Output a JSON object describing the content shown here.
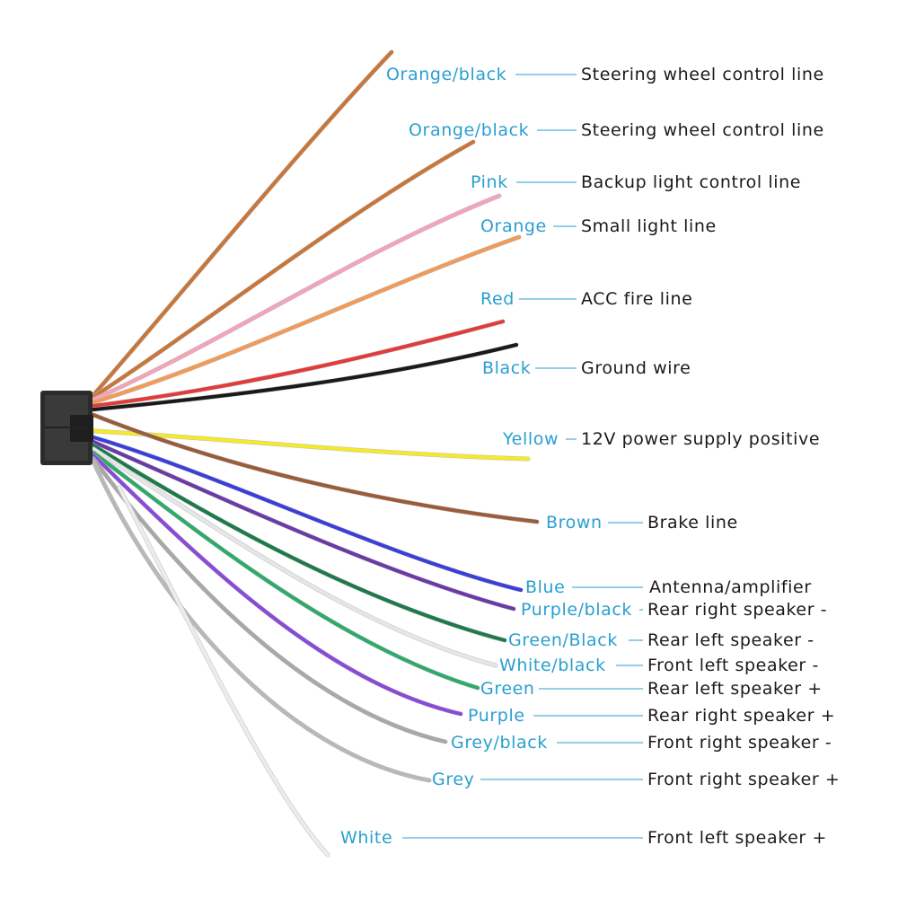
{
  "wires": [
    {
      "id": "orange-black-1",
      "color_name": "Orange/black",
      "function": "Steering wheel control line",
      "hex": "#c8763a"
    },
    {
      "id": "orange-black-2",
      "color_name": "Orange/black",
      "function": "Steering wheel control line",
      "hex": "#c8763a"
    },
    {
      "id": "pink",
      "color_name": "Pink",
      "function": "Backup light control line",
      "hex": "#f2a4b8"
    },
    {
      "id": "orange",
      "color_name": "Orange",
      "function": "Small light line",
      "hex": "#f29a58"
    },
    {
      "id": "red",
      "color_name": "Red",
      "function": "ACC fire line",
      "hex": "#e23b3b"
    },
    {
      "id": "black",
      "color_name": "Black",
      "function": "Ground wire",
      "hex": "#1a1a1a"
    },
    {
      "id": "yellow",
      "color_name": "Yellow",
      "function": "12V power supply positive",
      "hex": "#f4ea2a"
    },
    {
      "id": "brown",
      "color_name": "Brown",
      "function": "Brake line",
      "hex": "#9a5c3a"
    },
    {
      "id": "blue",
      "color_name": "Blue",
      "function": "Antenna/amplifier",
      "hex": "#3b3fd8"
    },
    {
      "id": "purple-black",
      "color_name": "Purple/black",
      "function": "Rear right speaker -",
      "hex": "#6a3aa8"
    },
    {
      "id": "green-black",
      "color_name": "Green/Black",
      "function": "Rear left speaker -",
      "hex": "#1e7a4a"
    },
    {
      "id": "white-black",
      "color_name": "White/black",
      "function": "Front left speaker -",
      "hex": "#e6e6e6"
    },
    {
      "id": "green",
      "color_name": "Green",
      "function": "Rear left speaker +",
      "hex": "#2eaa6a"
    },
    {
      "id": "purple",
      "color_name": "Purple",
      "function": "Rear right speaker +",
      "hex": "#8a4ad8"
    },
    {
      "id": "grey-black",
      "color_name": "Grey/black",
      "function": "Front right speaker -",
      "hex": "#a8a8a8"
    },
    {
      "id": "grey",
      "color_name": "Grey",
      "function": "Front right speaker +",
      "hex": "#b8b8b8"
    },
    {
      "id": "white",
      "color_name": "White",
      "function": "Front left speaker +",
      "hex": "#ececec"
    }
  ],
  "colors": {
    "label_color_name": "#2a9fd0",
    "label_function": "#1a1a1a",
    "leader_line": "#2a9fd0",
    "connector": "#2b2b2b"
  }
}
